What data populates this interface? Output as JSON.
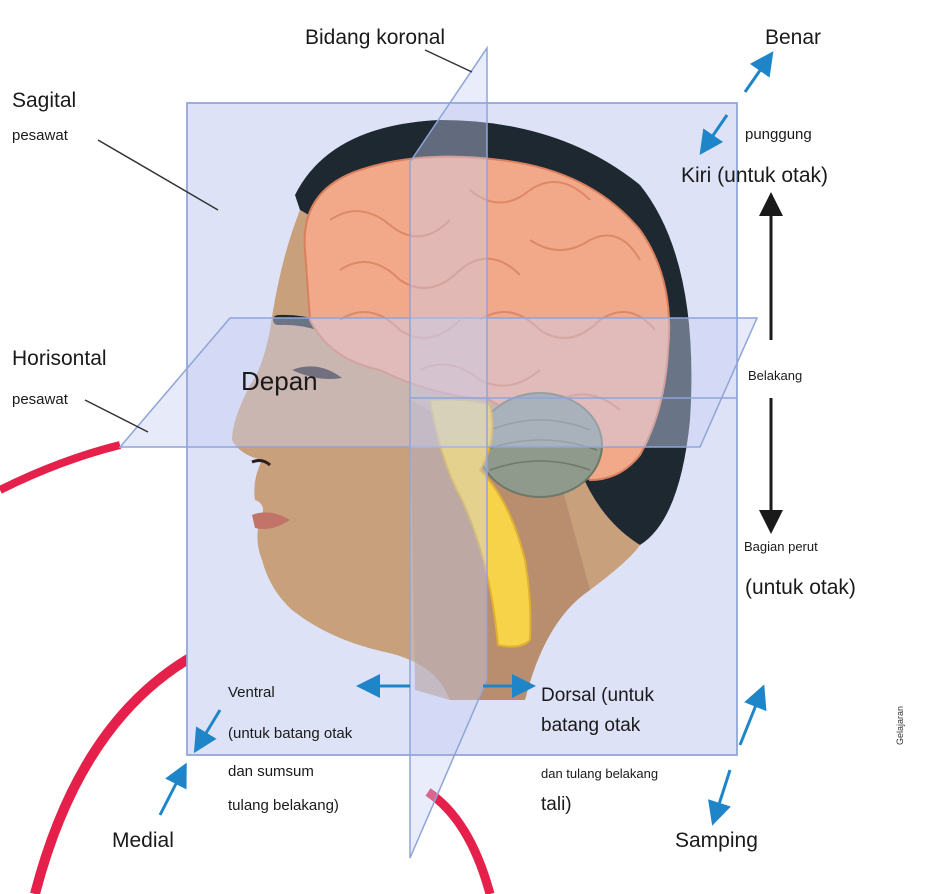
{
  "labels": {
    "sagital": "Sagital",
    "sagital_sub": "pesawat",
    "koronal": "Bidang koronal",
    "horisontal": "Horisontal",
    "horisontal_sub": "pesawat",
    "depan": "Depan",
    "benar": "Benar",
    "punggung": "punggung",
    "kiri": "Kiri (untuk otak)",
    "belakang": "Belakang",
    "bagian_perut": "Bagian perut",
    "untuk_otak": "(untuk otak)",
    "ventral_1": "Ventral",
    "ventral_2": "(untuk batang otak",
    "ventral_3": "dan sumsum",
    "ventral_4": "tulang belakang)",
    "dorsal_1": "Dorsal (untuk",
    "dorsal_2": "batang otak",
    "dorsal_3": "dan tulang belakang",
    "dorsal_4": "tali)",
    "medial": "Medial",
    "samping": "Samping",
    "credit": "Gelajaran"
  },
  "colors": {
    "plane_fill": "#c9d0f2",
    "plane_stroke": "#8fa4d8",
    "arrow_blue": "#1e86c8",
    "skin": "#c9a07c",
    "hair": "#1d2830",
    "brain": "#f2a98a",
    "cerebellum": "#8f9a8c",
    "brainstem": "#f7d34a",
    "red_curve": "#e5204a"
  }
}
